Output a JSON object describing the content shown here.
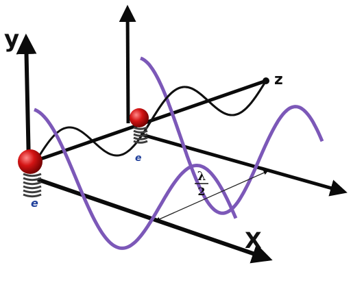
{
  "axes": {
    "y_label": "y",
    "x_label": "X",
    "z_label": "z"
  },
  "wavelength_label": {
    "numerator": "λ",
    "denominator": "2"
  },
  "charges": [
    {
      "label": "e"
    },
    {
      "label": "e"
    }
  ],
  "colors": {
    "axis": "#0b0b0b",
    "wave_purple": "#7c58b8",
    "wave_black": "#101010",
    "charge_red": "#d41414",
    "spring": "#3c3c3c",
    "charge_label": "#1f3f9a"
  }
}
